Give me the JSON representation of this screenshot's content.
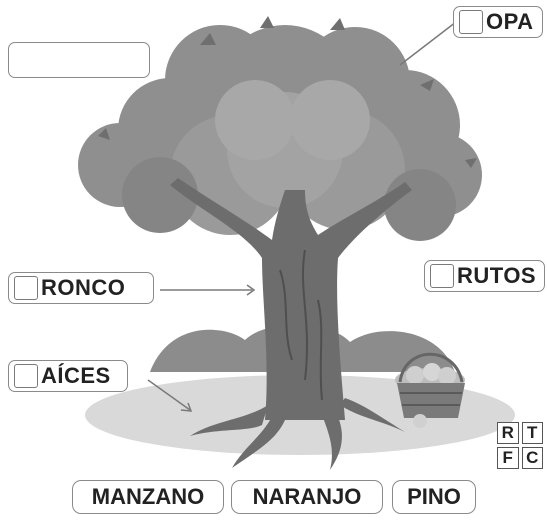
{
  "labels": {
    "empty": "",
    "copa": "OPA",
    "frutos": "RUTOS",
    "tronco": "RONCO",
    "raices": "AÍCES"
  },
  "options": [
    "MANZANO",
    "NARANJO",
    "PINO"
  ],
  "rtfc": [
    "R",
    "T",
    "F",
    "C"
  ]
}
